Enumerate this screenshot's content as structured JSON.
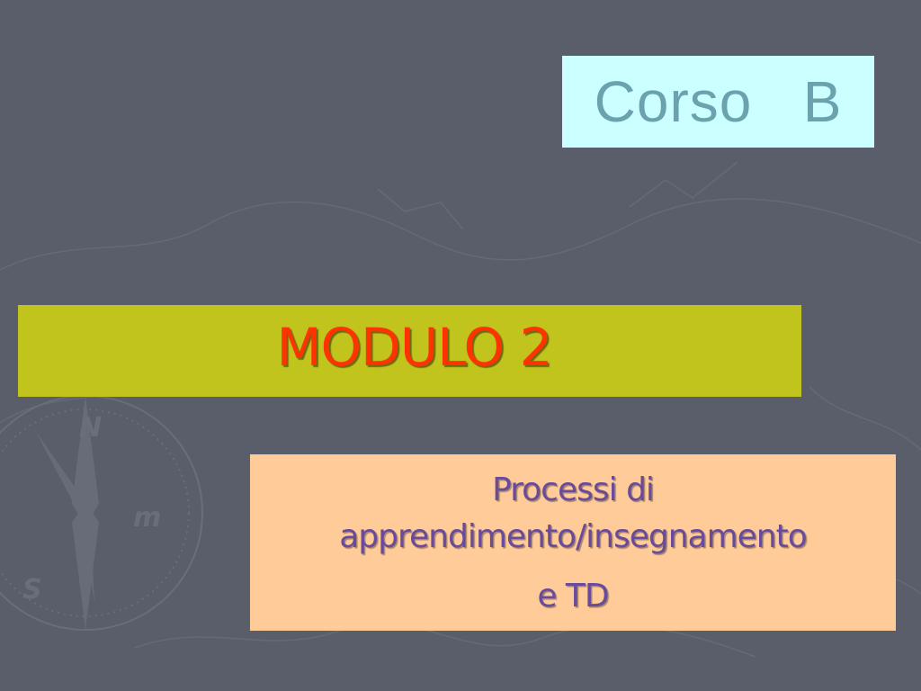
{
  "slide": {
    "course_label": "Corso   B",
    "module_title": "MODULO 2",
    "subtitle_lines": [
      "Processi di",
      "apprendimento/insegnamento",
      "e TD"
    ]
  },
  "colors": {
    "background": "#5a5d6a",
    "course_box": "#ccffff",
    "course_text": "#6aa3ae",
    "module_box": "#c0c41c",
    "module_text": "#ff3300",
    "subtitle_box": "#ffcc99",
    "subtitle_text": "#6a4a9a"
  },
  "decoration": {
    "background_icon": "compass-map-icon"
  }
}
